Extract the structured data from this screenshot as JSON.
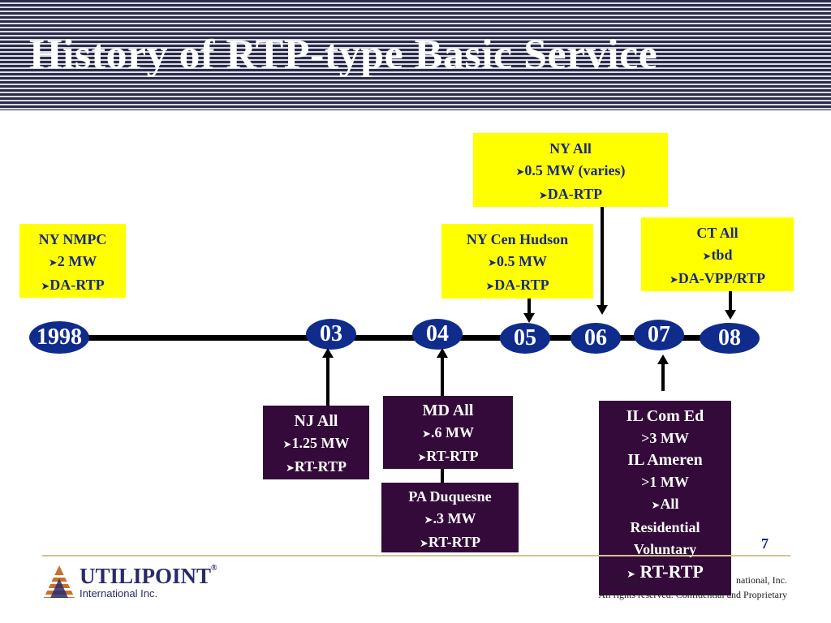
{
  "title": "History of RTP-type Basic Service",
  "timeline": {
    "years": [
      "1998",
      "03",
      "04",
      "05",
      "06",
      "07",
      "08"
    ]
  },
  "boxes": {
    "ny_nmpc": {
      "title": "NY NMPC",
      "items": [
        "2 MW",
        "DA-RTP"
      ]
    },
    "ny_cen_hudson": {
      "title": "NY Cen Hudson",
      "items": [
        "0.5 MW",
        "DA-RTP"
      ]
    },
    "ny_all": {
      "title": "NY All",
      "items": [
        "0.5 MW (varies)",
        "DA-RTP"
      ]
    },
    "ct_all": {
      "title": "CT All",
      "items": [
        "tbd",
        "DA-VPP/RTP"
      ]
    },
    "nj_all": {
      "title": "NJ All",
      "items": [
        "1.25 MW",
        "RT-RTP"
      ]
    },
    "md_all": {
      "title": "MD All",
      "items": [
        ".6 MW",
        "RT-RTP"
      ]
    },
    "pa_duquesne": {
      "title": "PA Duquesne",
      "items": [
        ".3 MW",
        "RT-RTP"
      ]
    },
    "il": {
      "lines": [
        "IL Com Ed",
        ">3 MW",
        "IL Ameren",
        ">1 MW"
      ],
      "item_all": "All",
      "lines2": [
        "Residential",
        "Voluntary"
      ],
      "item_rtp": "RT-RTP"
    }
  },
  "footer": {
    "page_number": "7",
    "logo_main": "UTILIPOINT",
    "logo_sub": "International Inc.",
    "copyright_line1": "© Copy                                        national, Inc.",
    "copyright_line2": "All rights reserved. Confidential and Proprietary"
  },
  "colors": {
    "header_dark": "#2c2c4a",
    "year_oval": "#0f2c8c",
    "yellow_box": "#ffff00",
    "yellow_text": "#1a2a80",
    "dark_box": "#330a3a",
    "footer_rule": "#d4c290"
  },
  "icons": {
    "bullet": "arrowhead-bullet-icon",
    "logo": "utilipoint-logo-icon"
  }
}
